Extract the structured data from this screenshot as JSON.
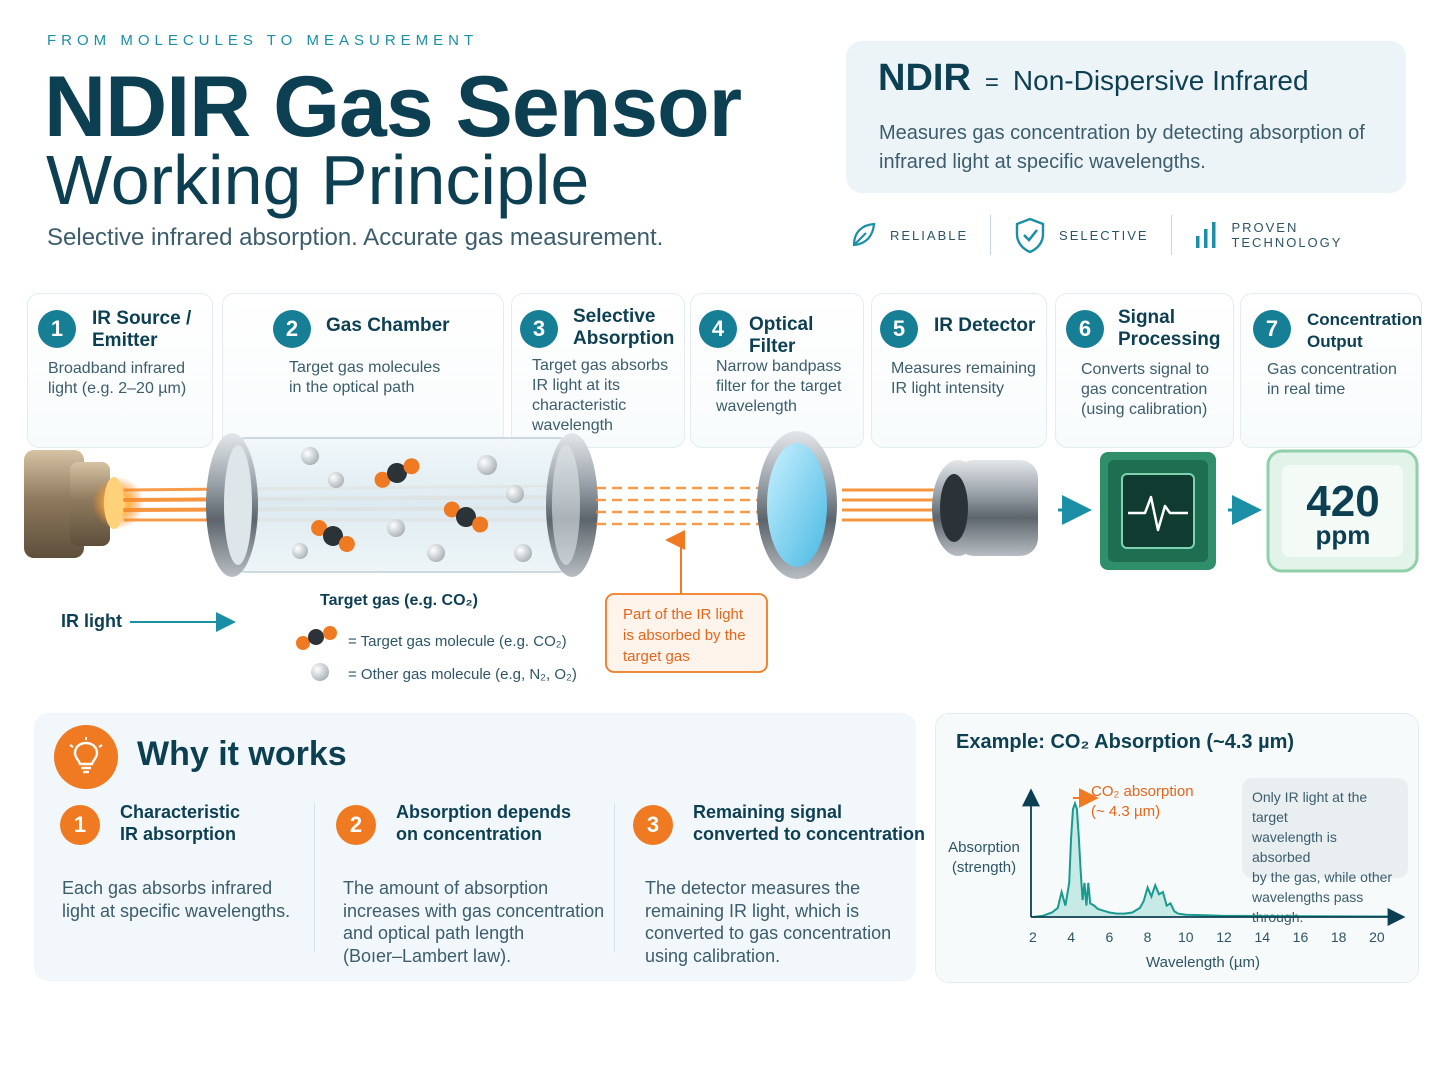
{
  "header": {
    "kicker": "FROM MOLECULES TO MEASUREMENT",
    "title_line1": "NDIR Gas Sensor",
    "title_line2": "Working Principle",
    "subtitle": "Selective infrared absorption. Accurate gas measurement."
  },
  "definition": {
    "abbr": "NDIR",
    "equals": "=",
    "full": "Non-Dispersive Infrared",
    "text": "Measures gas concentration by detecting absorption of infrared light at specific wavelengths."
  },
  "features": [
    {
      "label": "RELIABLE",
      "icon": "leaf-icon"
    },
    {
      "label": "SELECTIVE",
      "icon": "shield-check-icon"
    },
    {
      "label": "PROVEN TECHNOLOGY",
      "icon": "bar-chart-icon"
    }
  ],
  "steps": [
    {
      "num": "1",
      "title": "IR Source /\nEmitter",
      "desc": "Broadband infrared\nlight (e.g. 2–20 µm)"
    },
    {
      "num": "2",
      "title": "Gas Chamber",
      "desc": "Target gas molecules\nin the optical path"
    },
    {
      "num": "3",
      "title": "Selective\nAbsorption",
      "desc": "Target gas absorbs\nIR light at its\ncharacteristic\nwavelength"
    },
    {
      "num": "4",
      "title": "Optical Filter",
      "desc": "Narrow bandpass\nfilter for the target\nwavelength"
    },
    {
      "num": "5",
      "title": "IR Detector",
      "desc": "Measures remaining\nIR light intensity"
    },
    {
      "num": "6",
      "title": "Signal\nProcessing",
      "desc": "Converts signal to\ngas concentration\n(using calibration)"
    },
    {
      "num": "7",
      "title": "Concentration\nOutput",
      "desc": "Gas concentration\nin real time"
    }
  ],
  "diagram": {
    "ir_light_label": "IR light",
    "target_gas_label": "Target gas (e.g. CO₂)",
    "legend_target": "= Target gas molecule (e.g. CO₂)",
    "legend_other": "= Other gas molecule (e.g, N₂, O₂)",
    "callout": [
      "Part of the IR light",
      "is absorbed by the",
      "target gas"
    ],
    "output_value": "420",
    "output_unit": "ppm",
    "colors": {
      "ir": "#f58a2a",
      "teal": "#167f95",
      "orange": "#f07a22",
      "green": "#2f8f6b"
    }
  },
  "why": {
    "title": "Why it works",
    "items": [
      {
        "num": "1",
        "head": "Characteristic\nIR absorption",
        "text": "Each gas absorbs infrared\nlight at specific wavelengths."
      },
      {
        "num": "2",
        "head": "Absorption depends\non concentration",
        "text": "The amount of absorption\nincreases with gas concentration\nand optical path length\n(Boıer–Lambert law)."
      },
      {
        "num": "3",
        "head": "Remaining signal\nconverted to concentration",
        "text": "The detector measures the\nremaining IR light, which is\nconverted to gas concentration\nusing calibration."
      }
    ]
  },
  "example": {
    "title": "Example: CO₂ Absorption (~4.3 µm)",
    "note": "Only IR light at the target\nwavelength is absorbed\nby the gas, while other\nwavelengths pass through."
  },
  "chart_data": {
    "type": "area",
    "title": "Example: CO₂ Absorption (~4.3 µm)",
    "xlabel": "Wavelength (µm)",
    "ylabel": "Absorption (strength)",
    "ylabel_lines": [
      "Absorption",
      "(strength)"
    ],
    "x_ticks": [
      2,
      4,
      6,
      8,
      10,
      12,
      14,
      16,
      18,
      20
    ],
    "xlim": [
      1.9,
      21
    ],
    "ylim": [
      0,
      1.1
    ],
    "annotation": {
      "lines": [
        "CO₂ absorption",
        "(~ 4.3 µm)"
      ],
      "x": 4.3
    },
    "x": [
      2.0,
      2.5,
      3.0,
      3.3,
      3.5,
      3.7,
      3.9,
      4.0,
      4.1,
      4.2,
      4.3,
      4.4,
      4.5,
      4.6,
      4.7,
      4.8,
      4.9,
      5.0,
      5.2,
      5.4,
      5.6,
      5.8,
      6.0,
      6.4,
      6.8,
      7.2,
      7.6,
      7.8,
      8.0,
      8.2,
      8.4,
      8.6,
      8.8,
      9.0,
      9.2,
      9.4,
      9.6,
      10.0,
      11.0,
      12.0,
      13.0,
      14.0,
      16.0,
      18.0,
      20.0,
      21.0
    ],
    "y": [
      0.0,
      0.01,
      0.04,
      0.08,
      0.22,
      0.1,
      0.3,
      0.7,
      0.95,
      1.0,
      0.95,
      0.7,
      0.4,
      0.15,
      0.3,
      0.1,
      0.3,
      0.12,
      0.1,
      0.07,
      0.06,
      0.05,
      0.04,
      0.03,
      0.03,
      0.04,
      0.08,
      0.14,
      0.26,
      0.18,
      0.28,
      0.2,
      0.22,
      0.1,
      0.12,
      0.05,
      0.03,
      0.02,
      0.015,
      0.01,
      0.01,
      0.008,
      0.006,
      0.005,
      0.004,
      0.004
    ]
  }
}
